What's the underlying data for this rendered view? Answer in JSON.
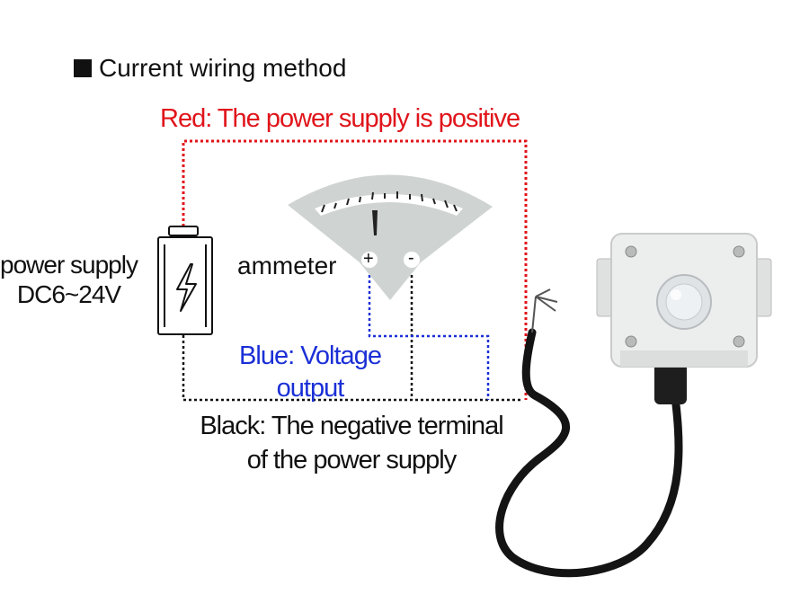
{
  "title": "Current wiring method",
  "labels": {
    "red_wire": "Red: The power supply is positive",
    "power_supply_line1": "power supply",
    "power_supply_line2": "DC6~24V",
    "ammeter": "ammeter",
    "plus": "+",
    "minus": "-",
    "blue_wire_line1": "Blue: Voltage",
    "blue_wire_line2": "output",
    "black_wire_line1": "Black: The negative terminal",
    "black_wire_line2": "of the power supply"
  },
  "colors": {
    "red": "#e0141b",
    "blue": "#1a2fd6",
    "black": "#111111",
    "meter_gray": "#cfd4d3",
    "sensor_body": "#eceeed"
  },
  "icons": {
    "battery": "battery-lightning-icon",
    "meter": "ammeter-dial-icon",
    "sensor": "sensor-device-photo"
  }
}
